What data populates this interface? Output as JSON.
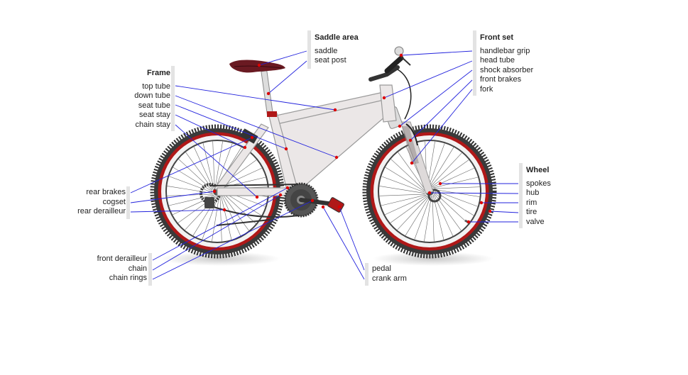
{
  "groups": {
    "saddle": {
      "title": "Saddle area",
      "items": [
        "saddle",
        "seat post"
      ]
    },
    "front": {
      "title": "Front set",
      "items": [
        "handlebar grip",
        "head tube",
        "shock absorber",
        "front brakes",
        "fork"
      ]
    },
    "frame": {
      "title": "Frame",
      "items": [
        "top tube",
        "down tube",
        "seat tube",
        "seat stay",
        "chain stay"
      ]
    },
    "rear": {
      "title": "",
      "items": [
        "rear brakes",
        "cogset",
        "rear derailleur"
      ]
    },
    "wheel": {
      "title": "Wheel",
      "items": [
        "spokes",
        "hub",
        "rim",
        "tire",
        "valve"
      ]
    },
    "drive": {
      "title": "",
      "items": [
        "front derailleur",
        "chain",
        "chain rings"
      ]
    },
    "pedal": {
      "title": "",
      "items": [
        "pedal",
        "crank arm"
      ]
    }
  },
  "colors": {
    "leader": "#2222dd",
    "marker": "#dd0000",
    "tire": "#333333",
    "tire_red": "#b01818",
    "frame": "#e6e2e2",
    "saddle": "#6a1a22"
  }
}
